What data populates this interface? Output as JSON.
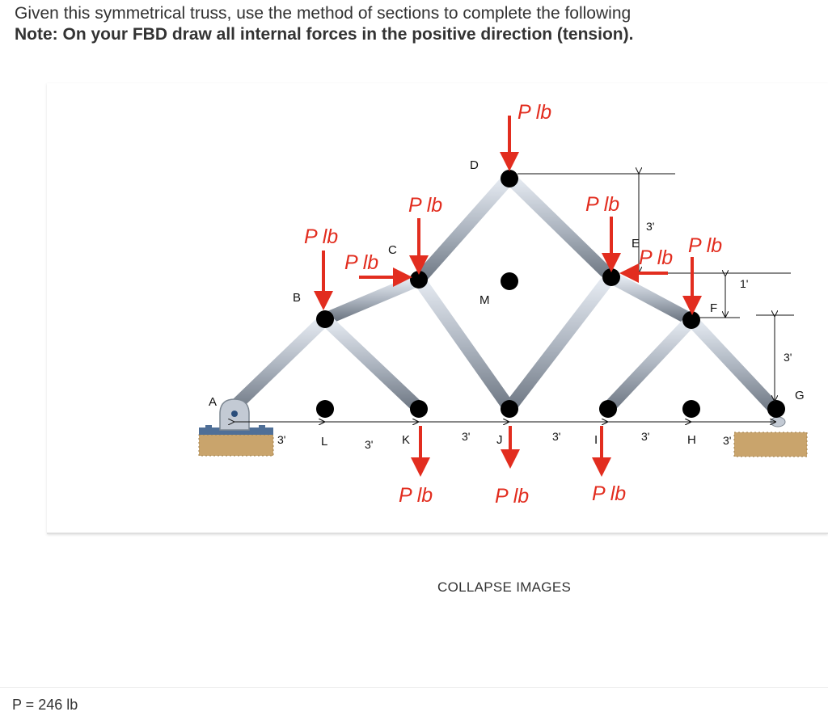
{
  "problem": {
    "line1": "Given this symmetrical truss, use the method of sections to complete the following",
    "line2": "Note: On your FBD draw all internal forces in the positive direction (tension)."
  },
  "figure": {
    "load_label": "P lb",
    "node_labels": {
      "A": "A",
      "B": "B",
      "C": "C",
      "D": "D",
      "E": "E",
      "F": "F",
      "G": "G",
      "H": "H",
      "I": "I",
      "J": "J",
      "K": "K",
      "L": "L",
      "M": "M"
    },
    "dimension_labels": {
      "panel": "3'",
      "height_top": "3'",
      "height_step": "1'",
      "height_end": "3'"
    },
    "colors": {
      "load_arrow": "#e22d1f",
      "member": "#aab2bd",
      "joint": "#000000"
    }
  },
  "controls": {
    "collapse_label": "COLLAPSE IMAGES"
  },
  "given": {
    "p_line": "P = 246 lb"
  }
}
